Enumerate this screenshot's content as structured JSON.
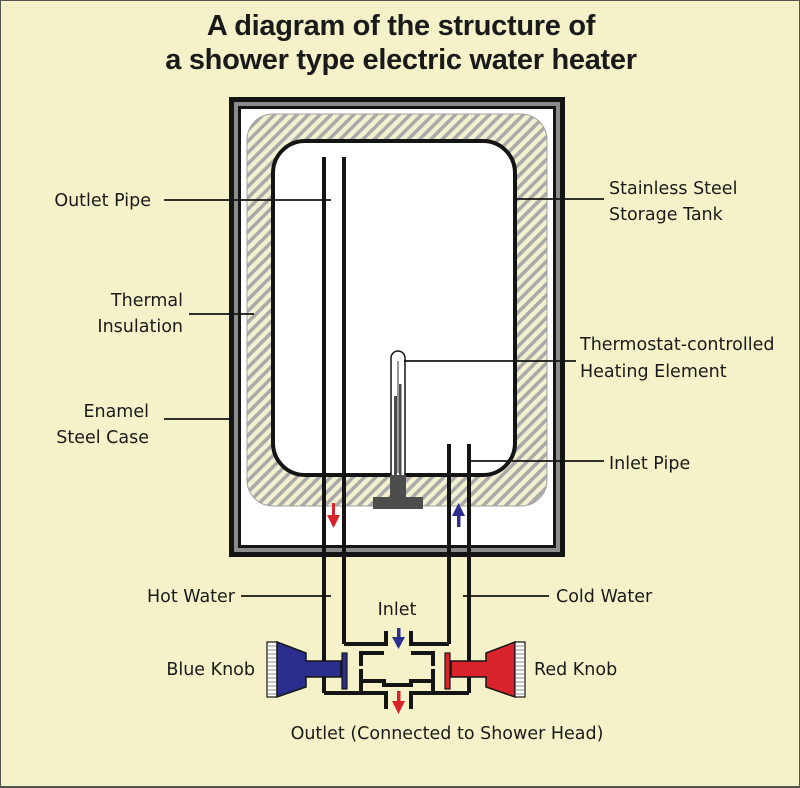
{
  "title": {
    "line1": "A diagram of the structure of",
    "line2": "a shower type electric water heater"
  },
  "labels": {
    "outlet_pipe": "Outlet Pipe",
    "thermal_insulation_1": "Thermal",
    "thermal_insulation_2": "Insulation",
    "enamel_case_1": "Enamel",
    "enamel_case_2": "Steel Case",
    "storage_tank_1": "Stainless Steel",
    "storage_tank_2": "Storage Tank",
    "heating_element_1": "Thermostat-controlled",
    "heating_element_2": "Heating Element",
    "inlet_pipe": "Inlet Pipe",
    "hot_water": "Hot Water",
    "cold_water": "Cold Water",
    "inlet": "Inlet",
    "blue_knob": "Blue Knob",
    "red_knob": "Red Knob",
    "outlet": "Outlet (Connected to Shower Head)"
  },
  "colors": {
    "background": "#f5f2c9",
    "hot_red": "#d9232a",
    "cold_blue": "#2b2e8c",
    "case_gray": "#8c8c8c",
    "line_black": "#141414",
    "heater_gray": "#4d4d4d"
  }
}
